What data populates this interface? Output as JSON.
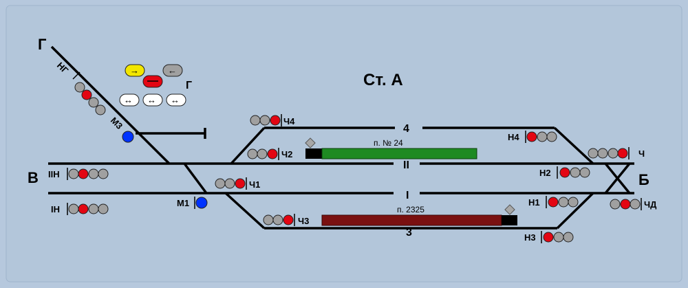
{
  "station": {
    "title": "Ст. А"
  },
  "directions": {
    "g": "Г",
    "v": "В",
    "b": "Б"
  },
  "tracks": {
    "t4": "4",
    "t2": "II",
    "t1": "I",
    "t3": "3"
  },
  "trains": {
    "upper": "п. № 24",
    "lower": "п. 2325"
  },
  "signals": {
    "ng": "НГ",
    "m3": "М3",
    "ch4": "Ч4",
    "ch2": "Ч2",
    "ch1": "Ч1",
    "ch3": "Ч3",
    "iin": "IIН",
    "in": "IН",
    "m1": "М1",
    "n4": "Н4",
    "n2": "Н2",
    "n1": "Н1",
    "n3": "Н3",
    "ch": "Ч",
    "chd": "ЧД"
  },
  "indicators": {
    "label": "Г"
  },
  "colors": {
    "background_frame": "#b6c8dd",
    "background_inner": "#b3c6da",
    "lamp_off": "#a0a0a0",
    "lamp_red": "#e30613",
    "lamp_blue": "#0033ff",
    "train_green": "#1e8a22",
    "train_red": "#7a1010",
    "indicator_yellow": "#f2e600"
  }
}
